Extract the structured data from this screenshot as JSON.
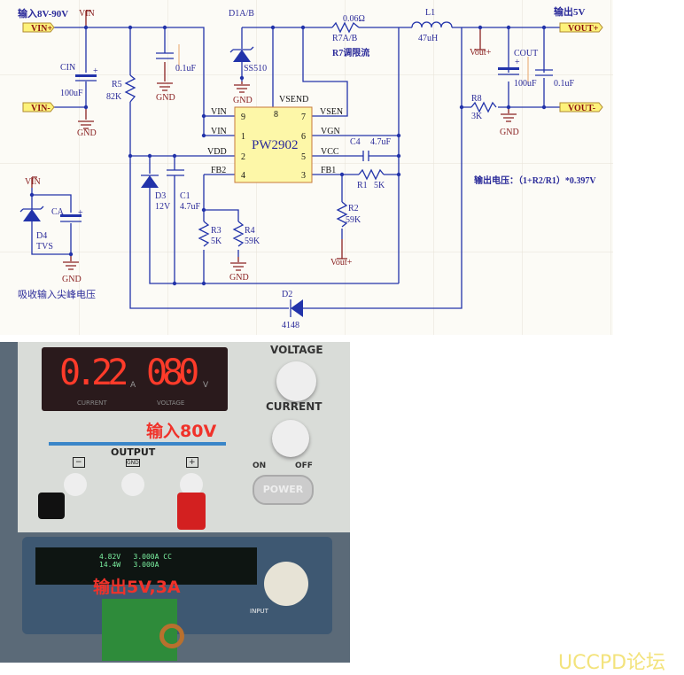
{
  "schematic": {
    "input_title": "输入8V-90V",
    "output_title": "输出5V",
    "ports": {
      "vin_plus": "VIN+",
      "vin_minus": "VIN-",
      "vout_plus": "VOUT+",
      "vout_minus": "VOUT-"
    },
    "power": {
      "vin": "VIN",
      "gnd": "GND",
      "vout": "Vout+"
    },
    "ic": {
      "name": "PW2902",
      "pins": {
        "p9": "9",
        "p1": "1",
        "p2": "2",
        "p4": "4",
        "p7": "7",
        "p6": "6",
        "p5": "5",
        "p3": "3",
        "p8": "8"
      },
      "nets": {
        "vin": "VIN",
        "vdd": "VDD",
        "fb2": "FB2",
        "vsen": "VSEN",
        "vgn": "VGN",
        "vcc": "VCC",
        "fb1": "FB1",
        "vsend": "VSEND"
      }
    },
    "components": {
      "cin": {
        "ref": "CIN",
        "value": "100uF"
      },
      "c_in2": {
        "value": "0.1uF"
      },
      "r5": {
        "ref": "R5",
        "value": "82K"
      },
      "d1": {
        "ref": "D1A/B",
        "value": "SS510"
      },
      "r7": {
        "ref": "R7A/B",
        "value": "0.06Ω"
      },
      "r7_note": "R7调限流",
      "l1": {
        "ref": "L1",
        "value": "47uH"
      },
      "cout": {
        "ref": "COUT",
        "value": "100uF"
      },
      "c_out2": {
        "value": "0.1uF"
      },
      "r8": {
        "ref": "R8",
        "value": "3K"
      },
      "c4": {
        "ref": "C4",
        "value": "4.7uF"
      },
      "r1": {
        "ref": "R1",
        "value": "5K"
      },
      "r2": {
        "ref": "R2",
        "value": "59K"
      },
      "d3": {
        "ref": "D3",
        "value": "12V"
      },
      "c1": {
        "ref": "C1",
        "value": "4.7uF"
      },
      "r3": {
        "ref": "R3",
        "value": "5K"
      },
      "r4": {
        "ref": "R4",
        "value": "59K"
      },
      "d2": {
        "ref": "D2",
        "value": "4148"
      },
      "d4": {
        "ref": "D4",
        "value": "TVS"
      },
      "ca": {
        "ref": "CA"
      }
    },
    "plus": "+",
    "formula": "输出电压：（1+R2/R1）*0.397V",
    "tvs_note": "吸收输入尖峰电压"
  },
  "photo": {
    "psu": {
      "current": "0.22",
      "current_unit": "A",
      "voltage": "080",
      "voltage_unit": "V",
      "current_label": "CURRENT",
      "voltage_label": "VOLTAGE",
      "knob_voltage": "VOLTAGE",
      "knob_current": "CURRENT",
      "output": "OUTPUT",
      "gnd": "GND",
      "minus": "−",
      "plus": "+",
      "on": "ON",
      "off": "OFF",
      "power": "POWER"
    },
    "load": {
      "line1": "4.82V   3.000A CC",
      "line2": "14.4W   3.000A",
      "input": "INPUT"
    },
    "annotation_input": "输入80V",
    "annotation_output": "输出5V,3A"
  },
  "watermark": "UCCPD论坛"
}
